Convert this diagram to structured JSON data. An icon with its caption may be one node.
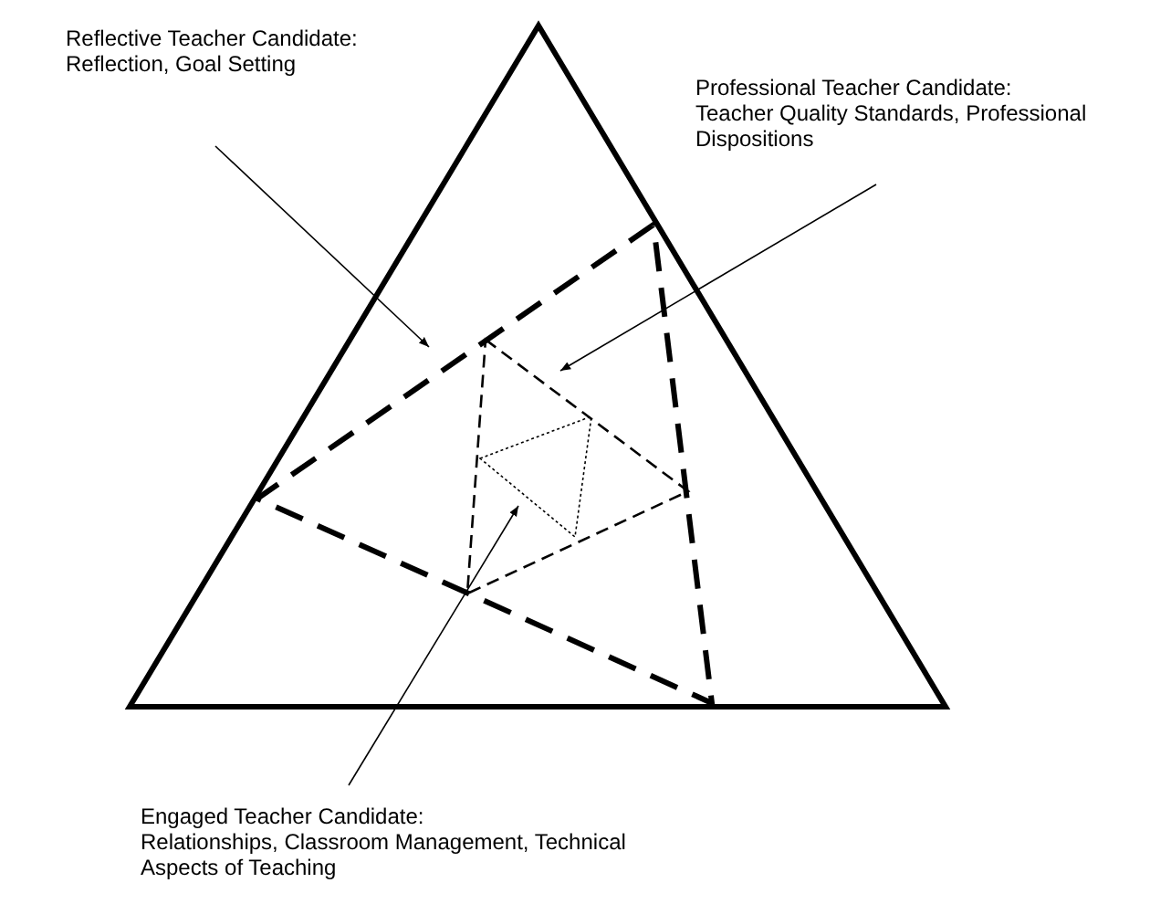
{
  "diagram": {
    "nodes": [
      {
        "text": [
          "Reflective Teacher Candidate:",
          "Reflection, Goal Setting"
        ]
      },
      {
        "text": [
          "Professional Teacher Candidate:",
          "Teacher Quality Standards, Professional Dispositions"
        ]
      },
      {
        "text": [
          "Engaged Teacher Candidate:",
          "Relationships, Classroom Management, Technical Aspects of Teaching"
        ]
      }
    ],
    "edges": [
      {
        "from": 0,
        "to": null,
        "arrow": "to"
      },
      {
        "from": 1,
        "to": null,
        "arrow": "to"
      },
      {
        "from": 2,
        "to": null,
        "arrow": "to"
      }
    ]
  }
}
